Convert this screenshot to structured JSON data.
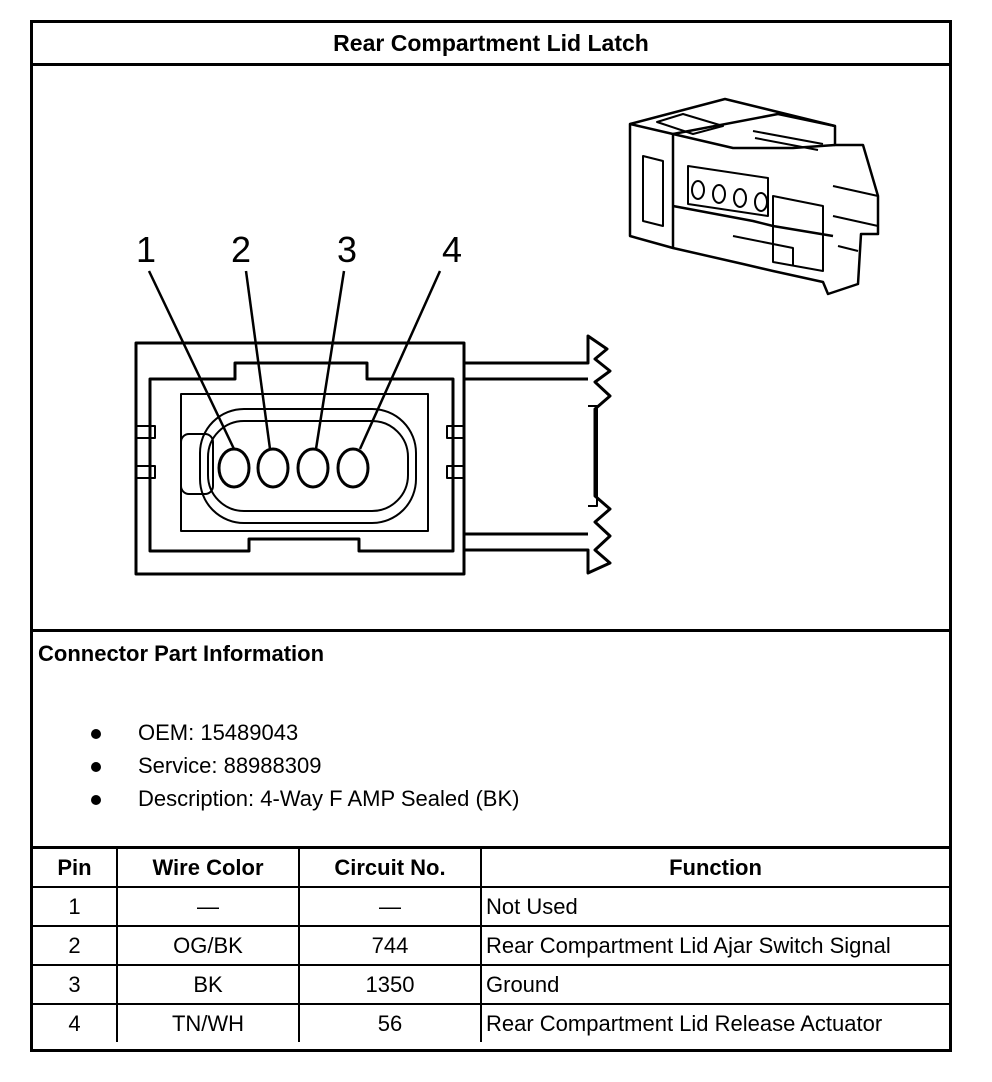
{
  "title": "Rear Compartment Lid Latch",
  "pin_labels": [
    "1",
    "2",
    "3",
    "4"
  ],
  "connector_info": {
    "heading": "Connector Part Information",
    "items": [
      "OEM: 15489043",
      "Service: 88988309",
      "Description: 4-Way F AMP Sealed (BK)"
    ]
  },
  "table": {
    "headers": [
      "Pin",
      "Wire Color",
      "Circuit No.",
      "Function"
    ],
    "rows": [
      {
        "pin": "1",
        "wire": "—",
        "circuit": "—",
        "function": "Not Used"
      },
      {
        "pin": "2",
        "wire": "OG/BK",
        "circuit": "744",
        "function": "Rear Compartment Lid Ajar Switch Signal"
      },
      {
        "pin": "3",
        "wire": "BK",
        "circuit": "1350",
        "function": "Ground"
      },
      {
        "pin": "4",
        "wire": "TN/WH",
        "circuit": "56",
        "function": "Rear Compartment Lid Release Actuator"
      }
    ]
  }
}
